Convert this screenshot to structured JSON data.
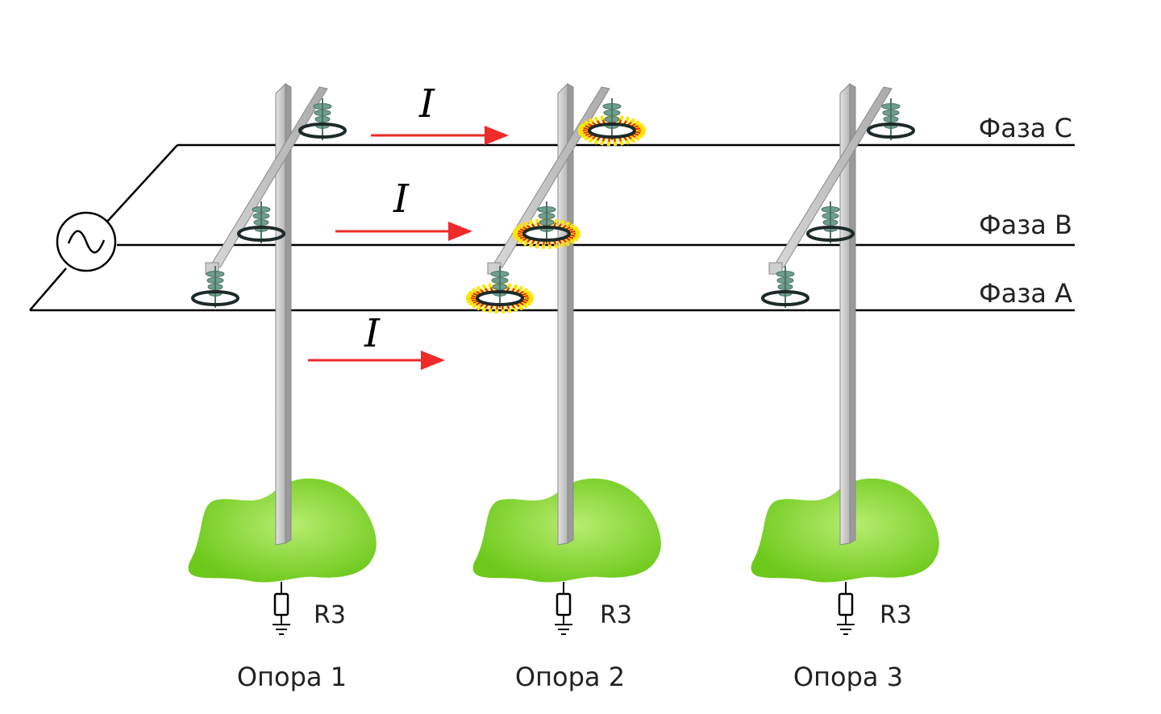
{
  "phases": [
    {
      "id": "C",
      "label": "Фаза С"
    },
    {
      "id": "B",
      "label": "Фаза В"
    },
    {
      "id": "A",
      "label": "Фаза А"
    }
  ],
  "supports": [
    {
      "label": "Опора 1",
      "resistance_label": "R3",
      "flashover": false
    },
    {
      "label": "Опора 2",
      "resistance_label": "R3",
      "flashover": true
    },
    {
      "label": "Опора 3",
      "resistance_label": "R3",
      "flashover": false
    }
  ],
  "currents": [
    {
      "label": "I",
      "line": "C"
    },
    {
      "label": "I",
      "line": "B"
    },
    {
      "label": "I",
      "line": "ground"
    }
  ],
  "colors": {
    "wire": "#000000",
    "arrow": "#ee2a2a",
    "pole": "#c4c4c4",
    "pole_dark": "#9a9a9a",
    "ground": "#6cc91a",
    "ground_light": "#b8ec70",
    "insulator": "#6f9e8e",
    "insulator_ring": "#1e2a2a",
    "spark_outer": "#ffe400",
    "spark_inner": "#e22200"
  },
  "icons": {
    "source": "ac-voltage-source-icon",
    "resistor": "grounding-resistor-icon",
    "ground": "earth-ground-icon",
    "flashover": "flashover-spark-icon"
  }
}
